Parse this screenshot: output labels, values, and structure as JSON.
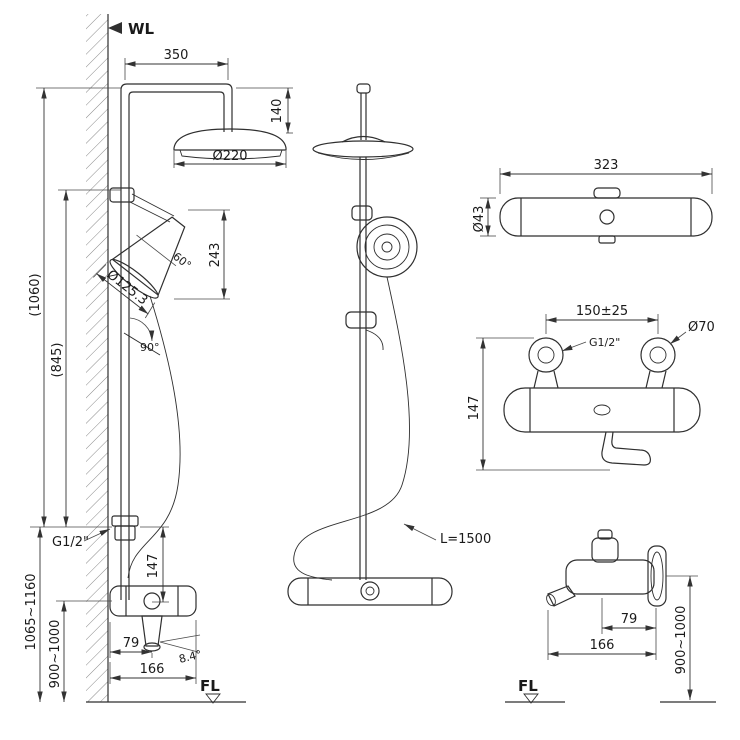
{
  "drawing": {
    "wl": "WL",
    "fl_left": "FL",
    "fl_mid": "FL",
    "front": {
      "d350": "350",
      "d140": "140",
      "d220": "Ø220",
      "d1060": "(1060)",
      "d845": "(845)",
      "d125": "Ø125.3",
      "a60": "60°",
      "d243": "243",
      "a90": "90°",
      "g12": "G1/2\"",
      "d147": "147",
      "r1065": "1065~1160",
      "r900": "900~1000",
      "d79": "79",
      "d166": "166",
      "a84": "8.4°"
    },
    "side": {
      "hose": "L=1500"
    },
    "top_view": {
      "d323": "323",
      "d43": "Ø43"
    },
    "valve_front": {
      "d150": "150±25",
      "g12": "G1/2\"",
      "d70": "Ø70",
      "d147": "147"
    },
    "valve_side": {
      "d79": "79",
      "d166": "166",
      "r900": "900~1000"
    }
  }
}
